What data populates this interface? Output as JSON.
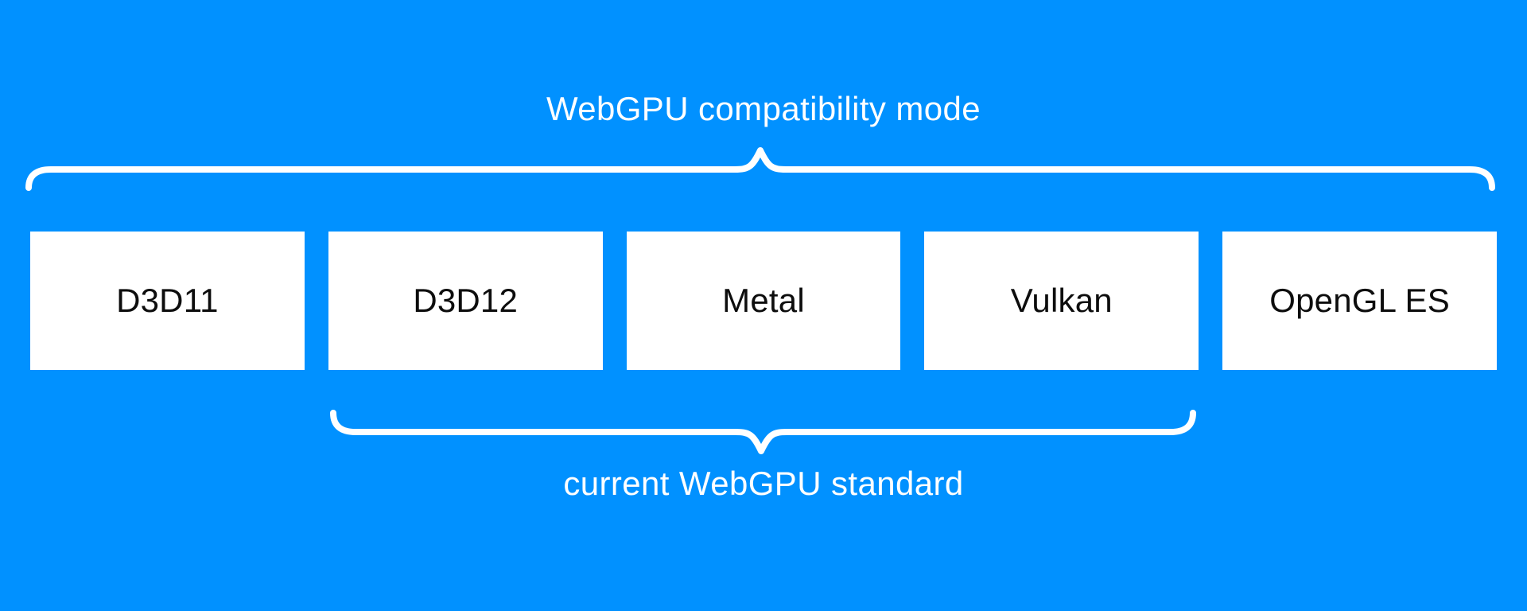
{
  "diagram": {
    "top_label": "WebGPU compatibility mode",
    "bottom_label": "current WebGPU standard",
    "apis": [
      "D3D11",
      "D3D12",
      "Metal",
      "Vulkan",
      "OpenGL ES"
    ],
    "colors": {
      "background": "#0191ff",
      "box_fill": "#ffffff",
      "box_text": "#0d0d0d",
      "label_text": "#ffffff",
      "brace": "#ffffff"
    }
  }
}
